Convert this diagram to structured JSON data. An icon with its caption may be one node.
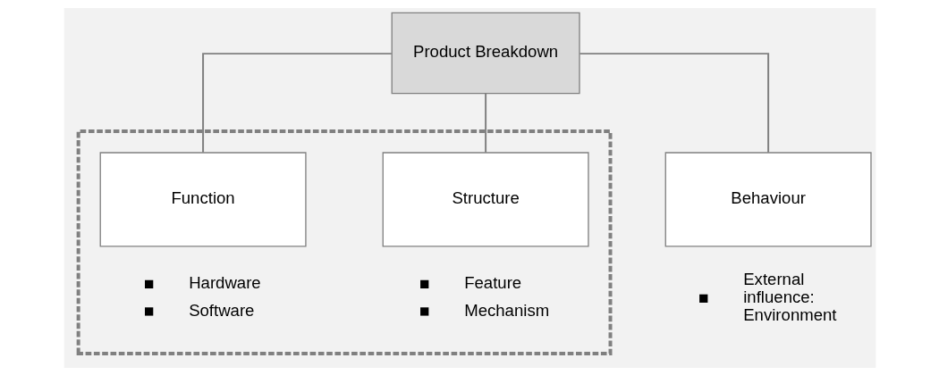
{
  "diagram": {
    "nodes": [
      {
        "text": [
          "Product Breakdown"
        ]
      },
      {
        "text": [],
        "shape": "box"
      },
      {
        "text": [
          "Function"
        ],
        "in": 1,
        "beside": [
          "Hardware",
          "Software"
        ]
      },
      {
        "text": [
          "Structure"
        ],
        "in": 1,
        "beside": [
          "Feature",
          "Mechanism"
        ]
      },
      {
        "text": [
          "Behaviour"
        ],
        "beside": [
          "External influence: Environment"
        ]
      }
    ],
    "edges": [
      {
        "from": 0,
        "to": 2,
        "arrow": "none"
      },
      {
        "from": 0,
        "to": 3,
        "arrow": "none"
      },
      {
        "from": 0,
        "to": 4,
        "arrow": "none"
      }
    ]
  }
}
